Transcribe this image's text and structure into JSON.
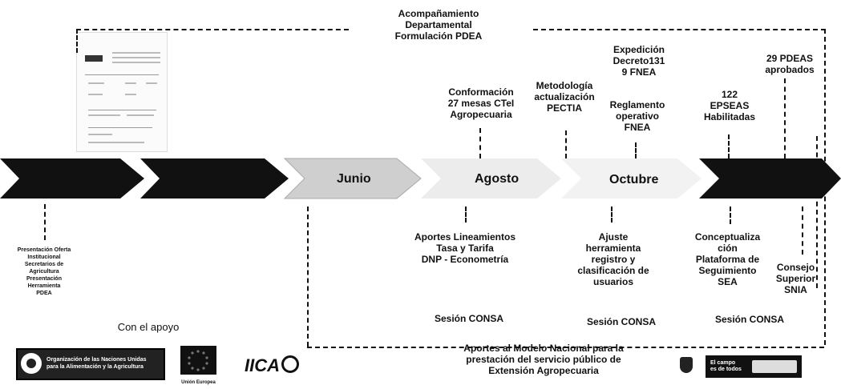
{
  "top": {
    "acompanamiento": [
      "Acompañamiento",
      "Departamental",
      "Formulación PDEA"
    ]
  },
  "months": {
    "junio": "Junio",
    "agosto": "Agosto",
    "octubre": "Octubre"
  },
  "above": {
    "conformacion": [
      "Conformación",
      "27 mesas CTeI",
      "Agropecuaria"
    ],
    "metodologia": [
      "Metodología",
      "actualización",
      "PECTIA"
    ],
    "expedicion": [
      "Expedición",
      "Decreto131",
      "9 FNEA"
    ],
    "reglamento": [
      "Reglamento",
      "operativo",
      "FNEA"
    ],
    "epseas": [
      "122",
      "EPSEAS",
      "Habilitadas"
    ],
    "pdeas": [
      "29 PDEAS",
      "aprobados"
    ]
  },
  "below": {
    "presentacion": [
      "Presentación Oferta",
      "Institucional",
      "Secretarios de",
      "Agricultura",
      "Presentación",
      "Herramienta",
      "PDEA"
    ],
    "aportes": [
      "Aportes Lineamientos",
      "Tasa y Tarifa",
      "DNP - Econometría"
    ],
    "ajuste": [
      "Ajuste",
      "herramienta",
      "registro y",
      "clasificación de",
      "usuarios"
    ],
    "conceptualizacion": [
      "Conceptualiza",
      "ción",
      "Plataforma de",
      "Seguimiento",
      "SEA"
    ],
    "consejo": [
      "Consejo",
      "Superior",
      "SNIA"
    ]
  },
  "sesiones": [
    "Sesión CONSA",
    "Sesión CONSA",
    "Sesión CONSA"
  ],
  "con_apoyo": "Con el apoyo",
  "aportes_modelo": [
    "Aportes al Modelo Nacional para la",
    "prestación del servicio público de",
    "Extensión Agropecuaria"
  ],
  "logos": {
    "fao": [
      "Organización de las Naciones Unidas",
      "para la Alimentación y la Agricultura"
    ],
    "ue": "Unión Europea",
    "iica": "IICA",
    "campo": [
      "El campo",
      "es de todos"
    ]
  },
  "colors": {
    "arrow_dark": "#111111",
    "arrow_light": "#d8d8d8",
    "text": "#111111"
  }
}
